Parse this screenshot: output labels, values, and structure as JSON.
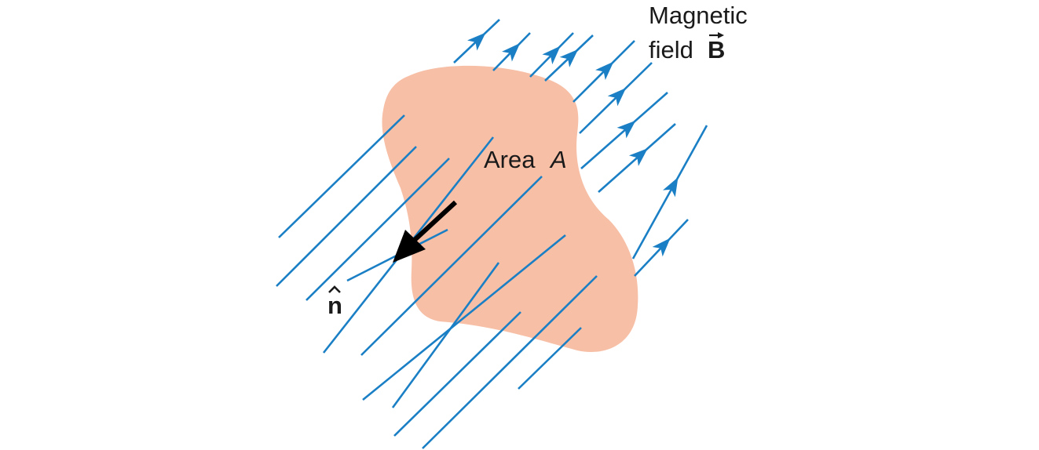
{
  "labels": {
    "field_line1": "Magnetic",
    "field_line2": "field",
    "field_symbol": "B",
    "area_text": "Area",
    "area_symbol": "A",
    "normal_symbol": "n"
  },
  "colors": {
    "field_line": "#1a7fc4",
    "surface": "#f7bfa6",
    "normal_arrow": "#000000",
    "text": "#1a1a1a"
  }
}
